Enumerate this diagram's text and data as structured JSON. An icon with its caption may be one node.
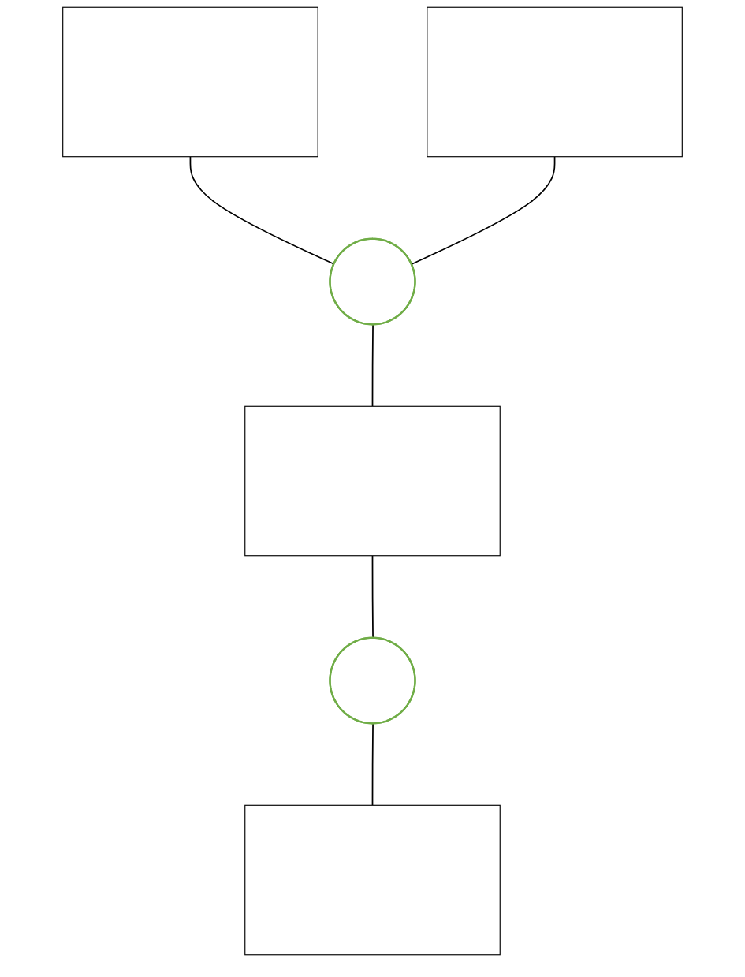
{
  "diagram": {
    "nodes": [
      {
        "text": [],
        "shape": "box"
      },
      {
        "text": [],
        "shape": "box"
      },
      {
        "text": [],
        "shape": "ellipse"
      },
      {
        "text": [],
        "shape": "box"
      },
      {
        "text": [],
        "shape": "ellipse"
      },
      {
        "text": [],
        "shape": "box"
      }
    ],
    "edges": [
      {
        "from": 0,
        "to": 2,
        "arrow": "none"
      },
      {
        "from": 1,
        "to": 2,
        "arrow": "none"
      },
      {
        "from": 2,
        "to": 3,
        "arrow": "none"
      },
      {
        "from": 3,
        "to": 4,
        "arrow": "none"
      },
      {
        "from": 4,
        "to": 5,
        "arrow": "none"
      }
    ]
  }
}
